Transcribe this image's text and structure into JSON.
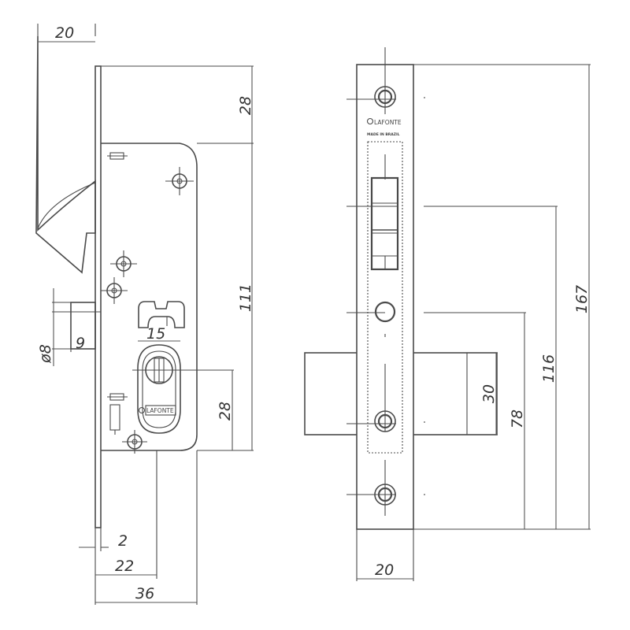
{
  "dimensions": {
    "left_top_width": "20",
    "left_height_upper": "28",
    "left_height_case": "111",
    "left_hole_diameter": "ø8",
    "left_hole_offset": "9",
    "left_cylinder_width": "15",
    "left_cylinder_height": "28",
    "left_faceplate_thickness": "2",
    "left_backset": "22",
    "left_case_depth": "36",
    "right_faceplate_width": "20",
    "right_bolt_height": "30",
    "right_height_78": "78",
    "right_height_116": "116",
    "right_height_167": "167"
  },
  "labels": {
    "brand_left": "LAFONTE",
    "brand_right": "LAFONTE",
    "made_in": "MADE IN BRAZIL"
  },
  "colors": {
    "line": "#4a4a4a",
    "text": "#333333",
    "background": "#ffffff"
  }
}
